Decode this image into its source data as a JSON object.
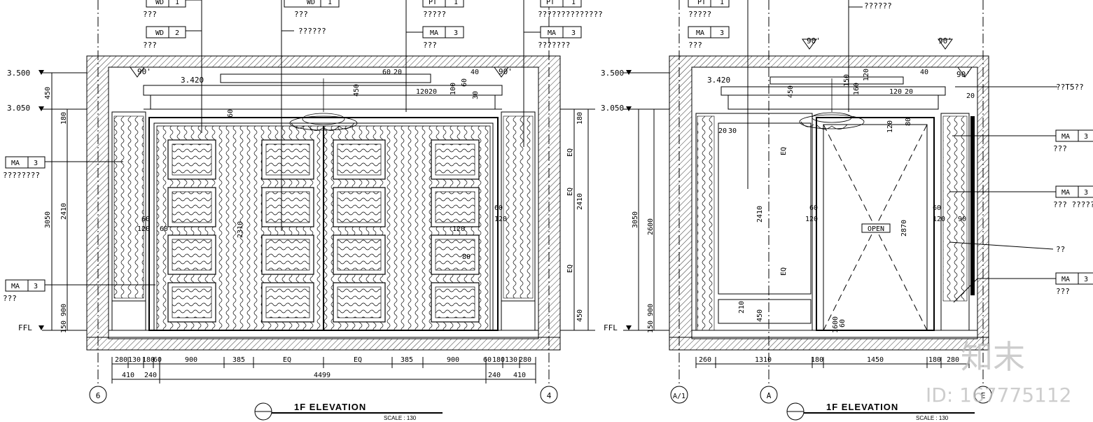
{
  "left_elevation": {
    "title": "1F ELEVATION",
    "scale": "SCALE : 130",
    "grid_left": "6",
    "grid_right": "4",
    "levels": [
      "3.500",
      "3.050",
      "FFL"
    ],
    "ceiling_level": "3.420",
    "angles": [
      "90'",
      "90'"
    ],
    "tags": [
      {
        "code": "WD",
        "num": "1",
        "note": "???"
      },
      {
        "code": "WD",
        "num": "2",
        "note": "???"
      },
      {
        "code": "WD",
        "num": "1",
        "note": "???"
      },
      {
        "code": "PT",
        "num": "1",
        "note": "?????"
      },
      {
        "code": "MA",
        "num": "3",
        "note": "???"
      },
      {
        "code": "PT",
        "num": "1",
        "note": "??????????????"
      },
      {
        "code": "MA",
        "num": "3",
        "note": "???????"
      },
      {
        "code": "MA",
        "num": "3",
        "note": "????????"
      },
      {
        "code": "MA",
        "num": "3",
        "note": "???"
      }
    ],
    "callout_mid": "??????",
    "bottom_dims_1": [
      "280",
      "130",
      "180",
      "60",
      "900",
      "385",
      "EQ",
      "EQ",
      "385",
      "900",
      "60",
      "180",
      "130",
      "280"
    ],
    "bottom_dims_2": [
      "410",
      "240",
      "4499",
      "240",
      "410"
    ],
    "left_dims": [
      "450",
      "180",
      "2410",
      "3050",
      "150",
      "900"
    ],
    "right_dims": [
      "180",
      "EQ",
      "EQ",
      "2410",
      "EQ",
      "450"
    ],
    "inner_dims": [
      "60",
      "20",
      "450",
      "40",
      "120",
      "20",
      "100",
      "60",
      "30",
      "60",
      "120",
      "60",
      "120",
      "60",
      "120",
      "2310",
      "80",
      "60"
    ]
  },
  "right_elevation": {
    "title": "1F ELEVATION",
    "scale": "SCALE : 130",
    "grid_left": "A/1",
    "grid_mid": "A",
    "grid_right": "E",
    "levels": [
      "3.500",
      "3.050",
      "FFL"
    ],
    "ceiling_level": "3.420",
    "angles": [
      "90'",
      "90'",
      "90'"
    ],
    "open_label": "OPEN",
    "tags": [
      {
        "code": "PT",
        "num": "1",
        "note": "?????"
      },
      {
        "code": "MA",
        "num": "3",
        "note": "???"
      },
      {
        "code": "MA",
        "num": "3",
        "note": "???"
      },
      {
        "code": "MA",
        "num": "3",
        "note": "???\n?????"
      },
      {
        "code": "MA",
        "num": "3",
        "note": "???"
      }
    ],
    "callouts": [
      "??????",
      "??T5??",
      "??"
    ],
    "bottom_dims": [
      "260",
      "1310",
      "180",
      "1450",
      "180",
      "280"
    ],
    "left_dims": [
      "3050",
      "2600",
      "150",
      "900",
      "210",
      "450"
    ],
    "inner_dims": [
      "450",
      "150",
      "120",
      "160",
      "120",
      "20",
      "40",
      "20",
      "20",
      "30",
      "EQ",
      "2410",
      "EQ",
      "60",
      "120",
      "60",
      "120",
      "2870",
      "80",
      "1600",
      "60",
      "90",
      "120"
    ]
  },
  "watermark": {
    "logo_text": "知末",
    "id_text": "ID: 167775112"
  }
}
